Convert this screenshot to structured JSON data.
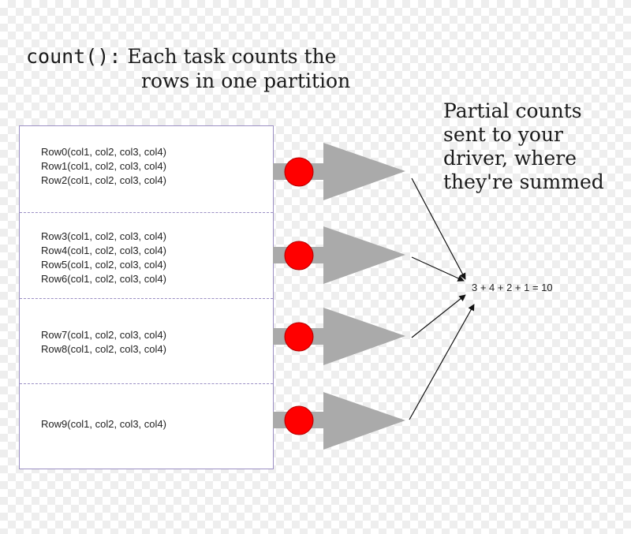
{
  "heading": {
    "code": "count():",
    "text_line1": "Each task counts the",
    "text_line2": "rows in one partition"
  },
  "note": {
    "lines": [
      "Partial counts",
      "sent to your",
      "driver, where",
      "they're summed"
    ]
  },
  "partitions": [
    {
      "rows": [
        "Row0(col1, col2, col3, col4)",
        "Row1(col1, col2, col3, col4)",
        "Row2(col1, col2, col3, col4)"
      ]
    },
    {
      "rows": [
        "Row3(col1, col2, col3, col4)",
        "Row4(col1, col2, col3, col4)",
        "Row5(col1, col2, col3, col4)",
        "Row6(col1, col2, col3, col4)"
      ]
    },
    {
      "rows": [
        "Row7(col1, col2, col3, col4)",
        "Row8(col1, col2, col3, col4)"
      ]
    },
    {
      "rows": [
        "Row9(col1, col2, col3, col4)"
      ]
    }
  ],
  "sum": {
    "text": "3 + 4 + 2 + 1 = 10"
  },
  "colors": {
    "task_dot": "#ff0000",
    "task_dot_stroke": "#b30000",
    "arrow_fill": "#aaaaaa",
    "border": "#9b8fc4",
    "line": "#111111"
  }
}
